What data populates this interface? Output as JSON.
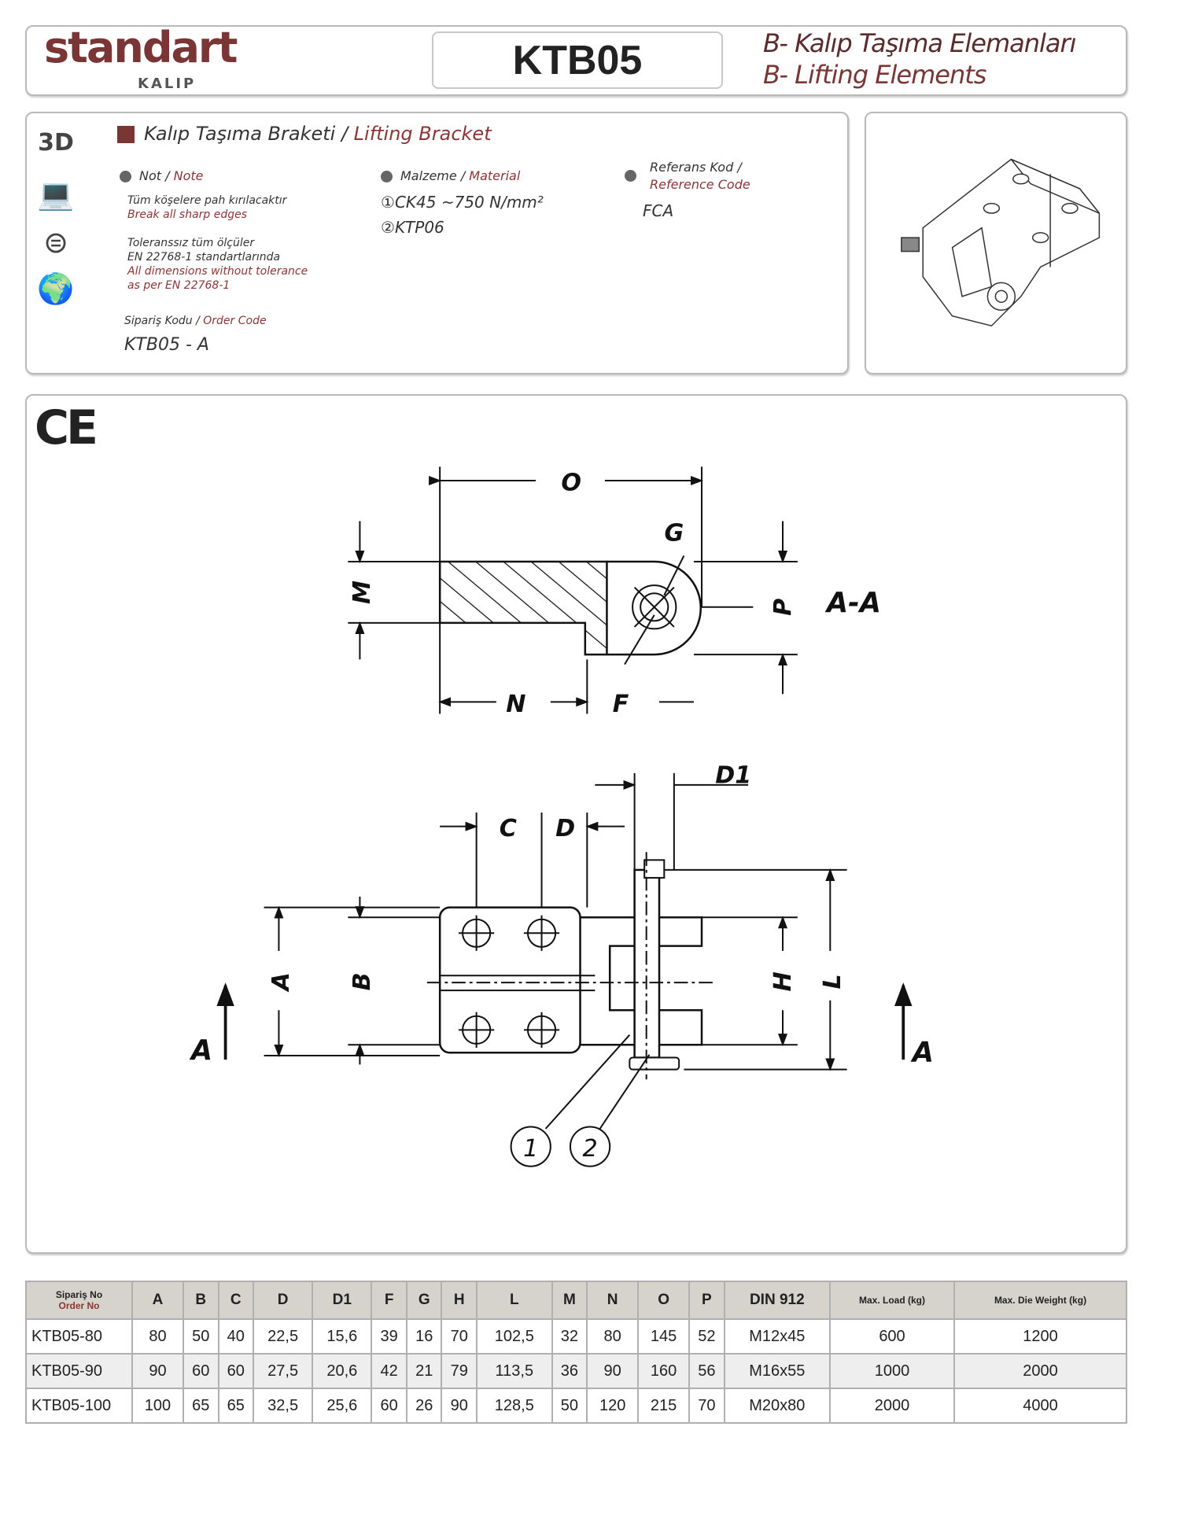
{
  "header": {
    "logo_main": "standart",
    "logo_sub": "KALIP",
    "product_code": "KTB05",
    "title_tr": "B- Kalıp Taşıma Elemanları",
    "title_en": "B- Lifting Elements"
  },
  "info": {
    "section_tr": "Kalıp Taşıma Braketi",
    "section_sep": " / ",
    "section_en": "Lifting Bracket",
    "note_tr": "Not",
    "note_en": "Note",
    "note_lines_tr1": "Tüm köşelere pah kırılacaktır",
    "note_lines_en1": "Break all sharp edges",
    "note_lines_tr2": "Toleranssız tüm ölçüler",
    "note_lines_tr3": "EN 22768-1 standartlarında",
    "note_lines_en2": "All dimensions without tolerance",
    "note_lines_en3": "as per EN 22768-1",
    "material_tr": "Malzeme",
    "material_en": "Material",
    "material_1": "CK45 ~750 N/mm²",
    "material_2": "KTP06",
    "ref_tr": "Referans Kod /",
    "ref_en": "Reference Code",
    "ref_value": "FCA",
    "order_tr": "Sipariş Kodu",
    "order_en": "Order Code",
    "order_value": "KTB05 - A",
    "icons": [
      "3d-icon",
      "laptop-gear-icon",
      "machine-icon",
      "globe-icon"
    ]
  },
  "drawing": {
    "ce": "CE",
    "labels": {
      "O": "O",
      "G": "G",
      "M": "M",
      "P": "P",
      "AA": "A-A",
      "N": "N",
      "F": "F",
      "D1": "D1",
      "C": "C",
      "D": "D",
      "A": "A",
      "B": "B",
      "H": "H",
      "L": "L",
      "b1": "1",
      "b2": "2"
    }
  },
  "table": {
    "headers": [
      "Sipariş No",
      "A",
      "B",
      "C",
      "D",
      "D1",
      "F",
      "G",
      "H",
      "L",
      "M",
      "N",
      "O",
      "P",
      "DIN 912",
      "Max. Load (kg)",
      "Max. Die Weight (kg)"
    ],
    "header0_en": "Order No",
    "rows": [
      [
        "KTB05-80",
        "80",
        "50",
        "40",
        "22,5",
        "15,6",
        "39",
        "16",
        "70",
        "102,5",
        "32",
        "80",
        "145",
        "52",
        "M12x45",
        "600",
        "1200"
      ],
      [
        "KTB05-90",
        "90",
        "60",
        "60",
        "27,5",
        "20,6",
        "42",
        "21",
        "79",
        "113,5",
        "36",
        "90",
        "160",
        "56",
        "M16x55",
        "1000",
        "2000"
      ],
      [
        "KTB05-100",
        "100",
        "65",
        "65",
        "32,5",
        "25,6",
        "60",
        "26",
        "90",
        "128,5",
        "50",
        "120",
        "215",
        "70",
        "M20x80",
        "2000",
        "4000"
      ]
    ]
  }
}
